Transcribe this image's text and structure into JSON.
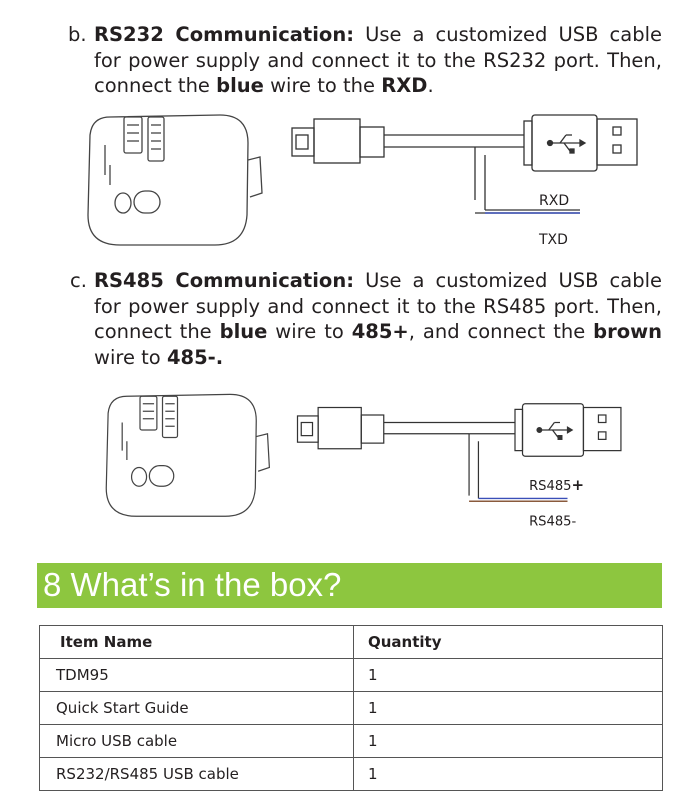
{
  "section_b": {
    "marker": "b.",
    "heading": "RS232 Communication:",
    "text1": " Use a customized USB cable for power supply and connect it to the RS232 port. Then, connect the ",
    "bold1": "blue",
    "text2": " wire to the ",
    "bold2": "RXD",
    "text3": ".",
    "wire_label_top": "RXD",
    "wire_label_bottom": "TXD"
  },
  "section_c": {
    "marker": "c.",
    "heading": "RS485 Communication:",
    "text1": " Use a customized USB cable for power supply and connect it to the RS485 port. Then, connect the ",
    "bold1": "blue",
    "text2": " wire to ",
    "bold2": "485+",
    "text3": ", and connect the ",
    "bold3": "brown",
    "text4": " wire to ",
    "bold4": "485-.",
    "wire_label_top_text": "RS485",
    "wire_label_top_sign": "+",
    "wire_label_bottom": "RS485-"
  },
  "box_section": {
    "title": "8 What’s in the box?",
    "accent_color": "#8dc63f",
    "columns": [
      "Item Name",
      "Quantity"
    ],
    "rows": [
      [
        "TDM95",
        "1"
      ],
      [
        "Quick Start Guide",
        "1"
      ],
      [
        "Micro USB cable",
        "1"
      ],
      [
        "RS232/RS485 USB cable",
        "1"
      ]
    ]
  },
  "wire_colors": {
    "blue": "#3a4fb8",
    "brown": "#8a5a3c"
  },
  "icons": [
    "usb-icon"
  ]
}
